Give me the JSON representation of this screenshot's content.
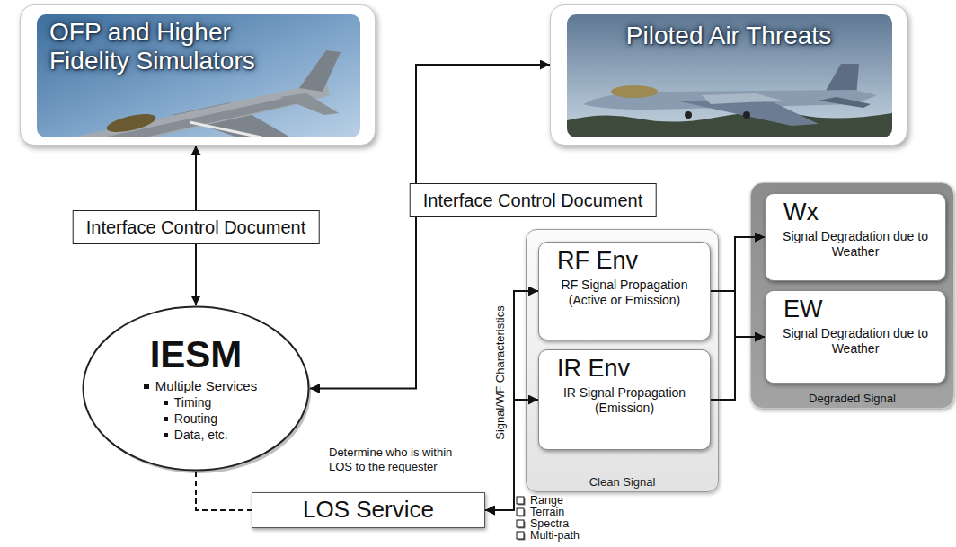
{
  "diagram": {
    "nodes": [
      {
        "text": [
          "OFP and Higher Fidelity Simulators"
        ]
      },
      {
        "text": [
          "Piloted Air Threats"
        ]
      },
      {
        "text": [
          "IESM",
          "Multiple Services",
          "Timing",
          "Routing",
          "Data, etc."
        ]
      },
      {
        "text": [
          "Clean Signal"
        ]
      },
      {
        "text": [
          "RF Env",
          "RF Signal Propagation (Active or Emission)"
        ],
        "in": 3
      },
      {
        "text": [
          "IR Env",
          "IR Signal Propagation (Emission)"
        ],
        "in": 3
      },
      {
        "text": [
          "Degraded Signal"
        ]
      },
      {
        "text": [
          "Wx",
          "Signal Degradation due to Weather"
        ],
        "in": 6
      },
      {
        "text": [
          "EW",
          "Signal Degradation due to Weather"
        ],
        "in": 6
      },
      {
        "text": [
          "LOS Service"
        ]
      }
    ],
    "edges": [
      {
        "from": 2,
        "to": 0,
        "arrow": "both",
        "label": "Interface Control Document"
      },
      {
        "from": 2,
        "to": 1,
        "arrow": "both",
        "label": "Interface Control Document"
      },
      {
        "from": 2,
        "to": 9,
        "arrow": "none"
      },
      {
        "from": 9,
        "to": 4,
        "arrow": "both"
      },
      {
        "from": 9,
        "to": 5,
        "arrow": "both"
      },
      {
        "from": 4,
        "to": 7,
        "arrow": "to"
      },
      {
        "from": 4,
        "to": 8,
        "arrow": "to"
      },
      {
        "from": 5,
        "to": 7,
        "arrow": "to"
      },
      {
        "from": 5,
        "to": 8,
        "arrow": "to"
      }
    ],
    "labels": [
      "Determine who is within LOS to the requester",
      "Signal/WF Characteristics",
      "Range",
      "Terrain",
      "Spectra",
      "Multi-path"
    ]
  }
}
